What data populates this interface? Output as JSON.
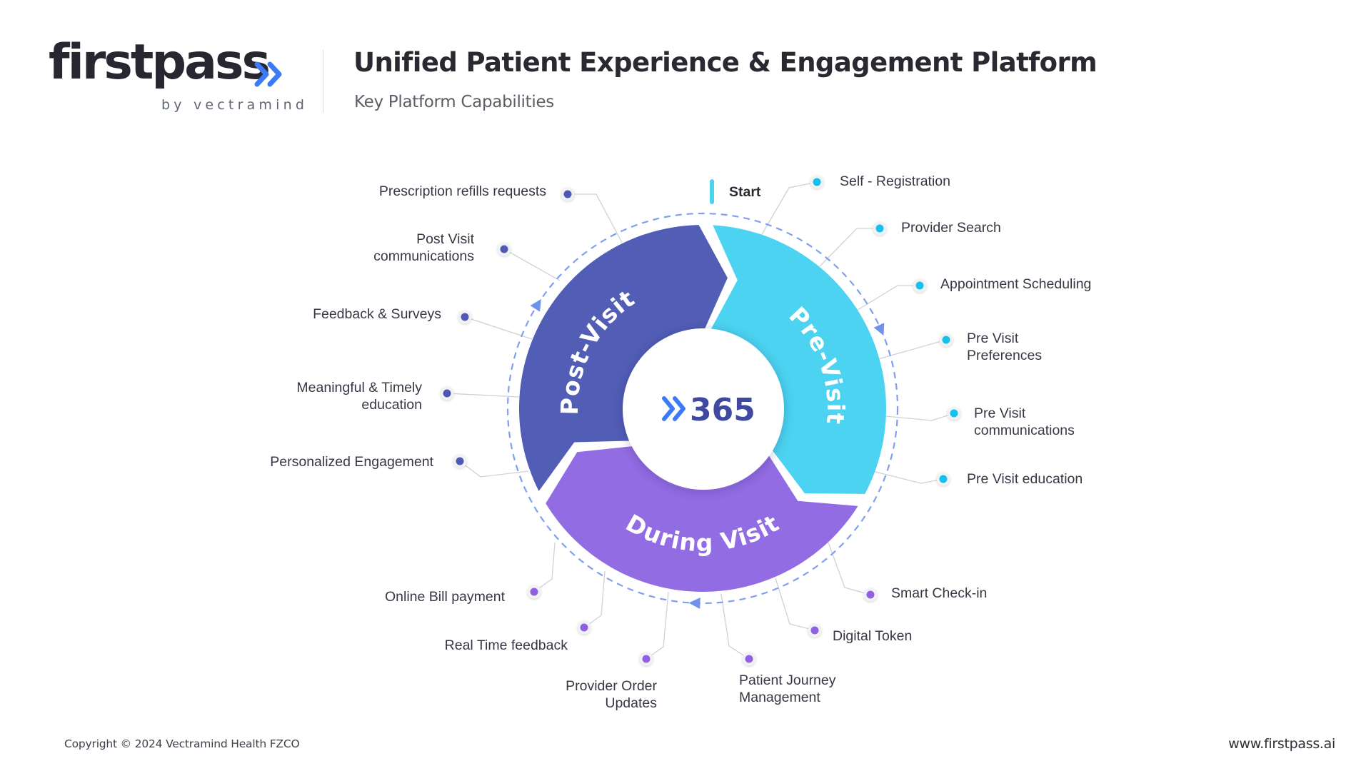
{
  "brand": {
    "name": "firstpass",
    "byline": "by vectramind",
    "chevron_icon": "double-chevron-right-icon",
    "chevron_color": "#3b7cf6",
    "text_color": "#272631"
  },
  "header": {
    "title": "Unified Patient Experience & Engagement Platform",
    "subtitle": "Key Platform Capabilities"
  },
  "diagram": {
    "start_label": "Start",
    "center_label": "365",
    "center_icon": "double-chevron-right-icon",
    "phases": [
      {
        "name": "Pre-Visit",
        "color": "#4bd3f1"
      },
      {
        "name": "During Visit",
        "color": "#926ce3"
      },
      {
        "name": "Post-Visit",
        "color": "#525db6"
      }
    ],
    "cycle_direction": "clockwise",
    "capabilities": {
      "pre_visit": [
        {
          "lines": [
            "Self - Registration"
          ]
        },
        {
          "lines": [
            "Provider Search"
          ]
        },
        {
          "lines": [
            "Appointment Scheduling"
          ]
        },
        {
          "lines": [
            "Pre Visit",
            "Preferences"
          ]
        },
        {
          "lines": [
            "Pre Visit",
            "communications"
          ]
        },
        {
          "lines": [
            "Pre Visit education"
          ]
        }
      ],
      "during_visit": [
        {
          "lines": [
            "Smart Check-in"
          ]
        },
        {
          "lines": [
            "Digital Token"
          ]
        },
        {
          "lines": [
            "Patient Journey",
            "Management"
          ]
        },
        {
          "lines": [
            "Provider Order",
            "Updates"
          ]
        },
        {
          "lines": [
            "Real Time feedback"
          ]
        },
        {
          "lines": [
            "Online Bill payment"
          ]
        }
      ],
      "post_visit": [
        {
          "lines": [
            "Personalized Engagement"
          ]
        },
        {
          "lines": [
            "Meaningful & Timely",
            "education"
          ]
        },
        {
          "lines": [
            "Feedback & Surveys"
          ]
        },
        {
          "lines": [
            "Post Visit",
            "communications"
          ]
        },
        {
          "lines": [
            "Prescription refills requests"
          ]
        }
      ]
    }
  },
  "footer": {
    "copyright": "Copyright © 2024 Vectramind Health FZCO",
    "website": "www.firstpass.ai"
  }
}
